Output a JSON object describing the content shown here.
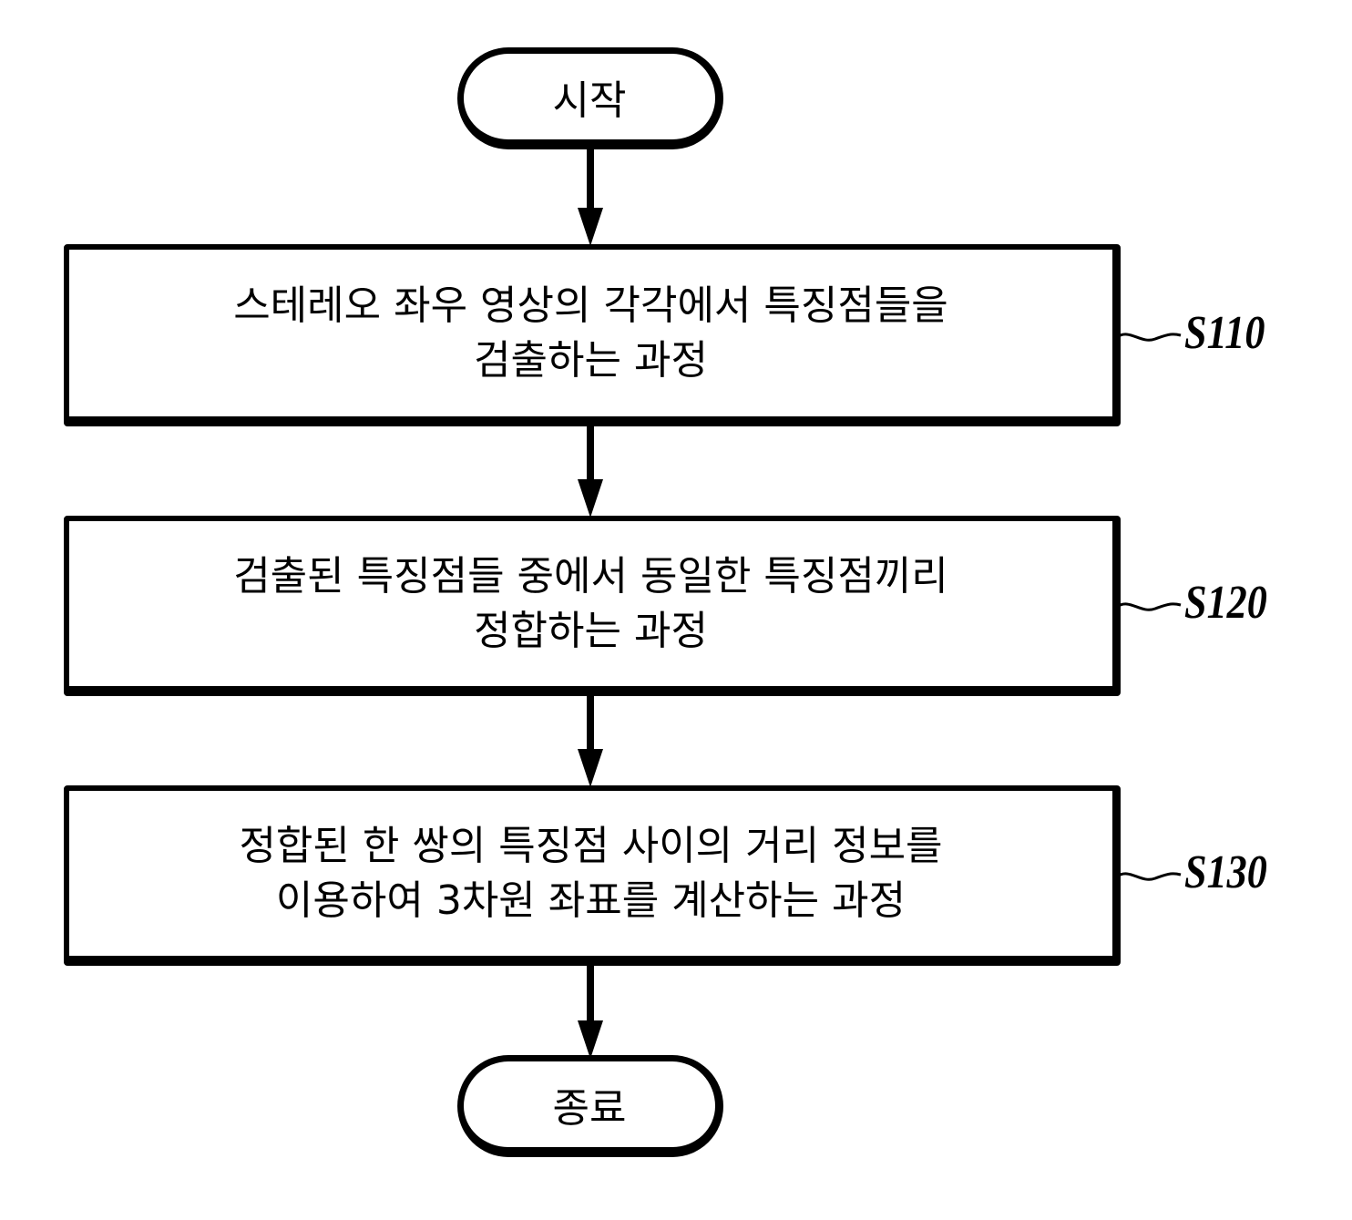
{
  "flowchart": {
    "start": {
      "label": "시작"
    },
    "steps": [
      {
        "id": "S110",
        "lines": [
          "스테레오 좌우 영상의 각각에서 특징점들을",
          "검출하는 과정"
        ]
      },
      {
        "id": "S120",
        "lines": [
          "검출된 특징점들 중에서 동일한 특징점끼리",
          "정합하는 과정"
        ]
      },
      {
        "id": "S130",
        "lines": [
          "정합된 한 쌍의 특징점 사이의 거리 정보를",
          "이용하여 3차원 좌표를 계산하는 과정"
        ]
      }
    ],
    "end": {
      "label": "종료"
    }
  }
}
